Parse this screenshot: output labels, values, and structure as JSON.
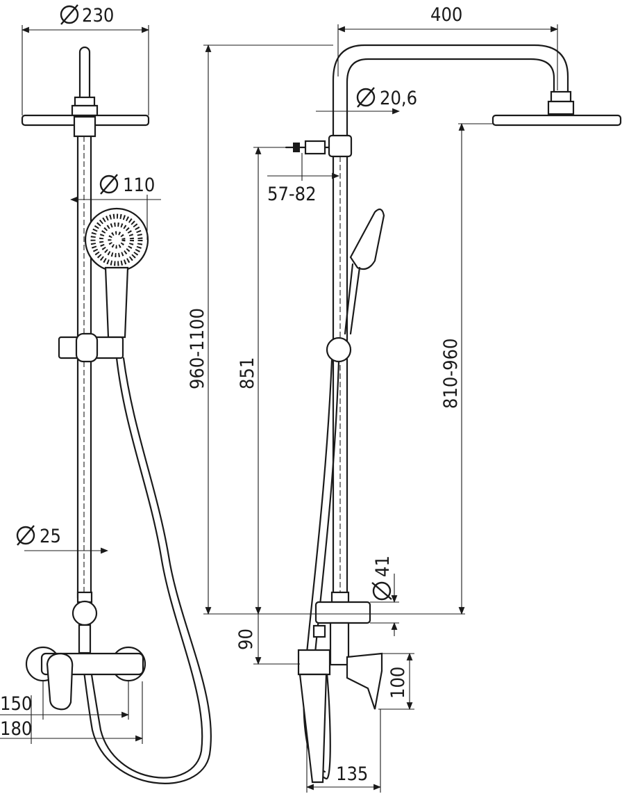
{
  "drawing": {
    "title": "Shower column dimension drawing",
    "diameter_symbol": "⌀",
    "front_view": {
      "head_diameter": "230",
      "hand_shower_diameter": "110",
      "column_diameter": "25",
      "mixer_spacing_min": "150",
      "mixer_spacing_max": "180"
    },
    "side_view": {
      "arm_projection": "400",
      "arm_diameter": "20,6",
      "bracket_offset": "57-82",
      "total_height": "960-1100",
      "bracket_height": "851",
      "head_height": "810-960",
      "connector_diameter": "41",
      "mixer_offset": "90",
      "mixer_height": "100",
      "mixer_depth": "135"
    }
  }
}
